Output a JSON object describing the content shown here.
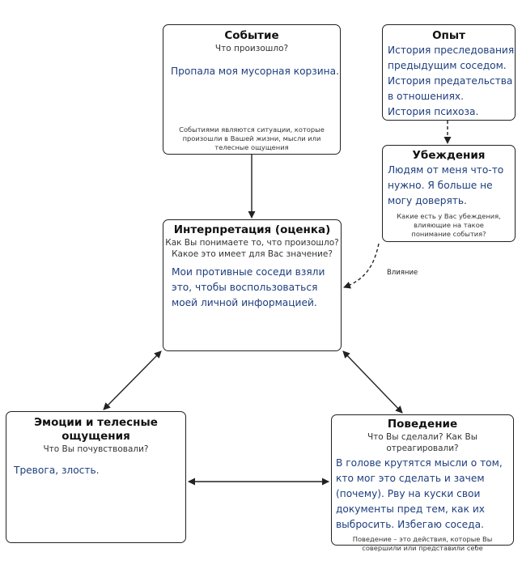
{
  "event": {
    "title": "Событие",
    "question": "Что произошло?",
    "answer": "Пропала моя мусорная корзина.",
    "note": "Событиями являются ситуации, которые произошли в Вашей жизни, мысли или телесные ощущения"
  },
  "experience": {
    "title": "Опыт",
    "lines": [
      "История преследования",
      "предыдущим соседом.",
      "История предательства",
      "в отношениях.",
      "История психоза."
    ]
  },
  "beliefs": {
    "title": "Убеждения",
    "lines": [
      "Людям от меня что-то",
      "нужно. Я больше не",
      "могу доверять."
    ],
    "note": "Какие есть у Вас убеждения, влияющие на такое понимание события?"
  },
  "interpretation": {
    "title": "Интерпретация (оценка)",
    "question_1": "Как Вы понимаете то, что произошло?",
    "question_2": "Какое это имеет для Вас значение?",
    "lines": [
      "Мои противные соседи взяли",
      "это, чтобы воспользоваться",
      "моей личной информацией."
    ]
  },
  "influence_label": "Влияние",
  "emotions": {
    "title": "Эмоции и телесные ощущения",
    "question": "Что Вы почувствовали?",
    "answer": "Тревога, злость."
  },
  "behavior": {
    "title": "Поведение",
    "question": "Что Вы сделали? Как Вы отреагировали?",
    "lines": [
      "В голове крутятся мысли о том,",
      "кто мог это сделать и зачем",
      "(почему). Рву на куски свои",
      "документы пред тем, как их",
      "выбросить. Избегаю соседа."
    ],
    "note": "Поведение – это действия, которые Вы совершили или представили себе"
  }
}
